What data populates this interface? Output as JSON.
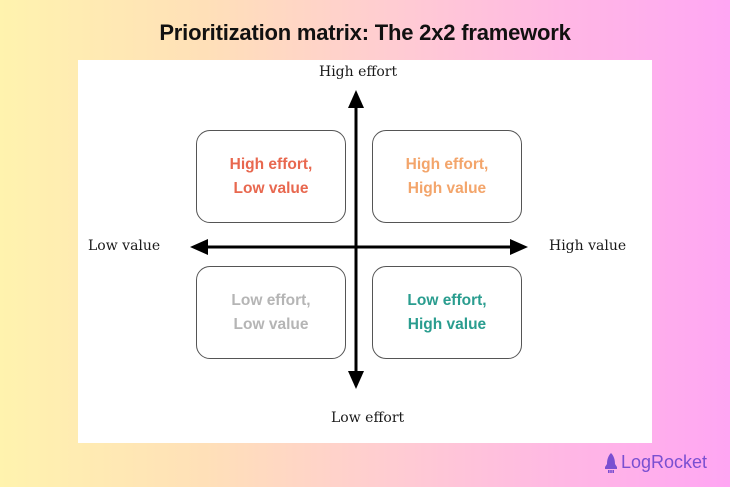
{
  "title": "Prioritization matrix: The 2x2 framework",
  "axes": {
    "top": "High effort",
    "bottom": "Low effort",
    "left": "Low value",
    "right": "High value"
  },
  "quadrants": [
    {
      "position": "top-left",
      "line1": "High effort,",
      "line2": "Low value",
      "color": "#e8684f"
    },
    {
      "position": "top-right",
      "line1": "High effort,",
      "line2": "High value",
      "color": "#f3a56b"
    },
    {
      "position": "bottom-left",
      "line1": "Low effort,",
      "line2": "Low value",
      "color": "#b5b5b5"
    },
    {
      "position": "bottom-right",
      "line1": "Low effort,",
      "line2": "High value",
      "color": "#2a9d8f"
    }
  ],
  "brand": {
    "logo_text": "LogRocket",
    "logo_icon": "rocket-icon",
    "color": "#7a4fd1"
  }
}
